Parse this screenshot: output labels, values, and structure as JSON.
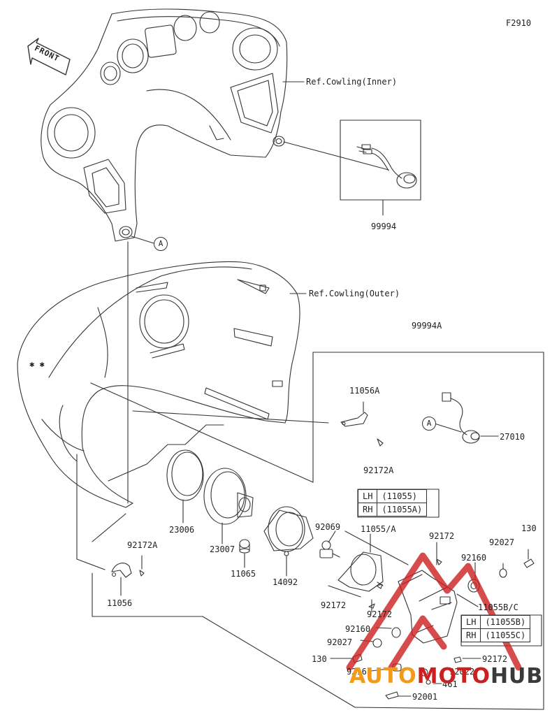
{
  "figure_code": "F2910",
  "front_arrow": "FRONT",
  "callout_letter": "A",
  "refs": {
    "inner": "Ref.Cowling(Inner)",
    "outer": "Ref.Cowling(Outer)"
  },
  "kit": "99994A",
  "parts": {
    "p99994": "99994",
    "p27010": "27010",
    "p11056A": "11056A",
    "p92172A_top": "92172A",
    "p23006": "23006",
    "p23007": "23007",
    "p11065": "11065",
    "p14092": "14092",
    "p92069": "92069",
    "p11055": "11055/A",
    "p92172_a": "92172",
    "p92027_a": "92027",
    "p130_a": "130",
    "p92160_a": "92160",
    "p11055BC": "11055B/C",
    "p92172A_left": "92172A",
    "p11056": "11056",
    "p92172_b": "92172",
    "p92172_c": "92172",
    "p92160_b": "92160",
    "p92027_b": "92027",
    "p130_b": "130",
    "p92161": "92161",
    "p92022": "92022",
    "p92172_d": "92172",
    "p461": "461",
    "p92001": "92001"
  },
  "table_a": {
    "r1_side": "LH",
    "r1_part": "(11055)",
    "r2_side": "RH",
    "r2_part": "(11055A)"
  },
  "table_b": {
    "r1_side": "LH",
    "r1_part": "(11055B)",
    "r2_side": "RH",
    "r2_part": "(11055C)"
  },
  "watermark": {
    "part1": "AUTO",
    "part2": "MOTO",
    "part3": "HUB"
  },
  "colors": {
    "line": "#333333",
    "watermark_red": "#cc1f1f",
    "watermark_orange": "#f29a1a",
    "watermark_dark": "#3a3a3a"
  }
}
